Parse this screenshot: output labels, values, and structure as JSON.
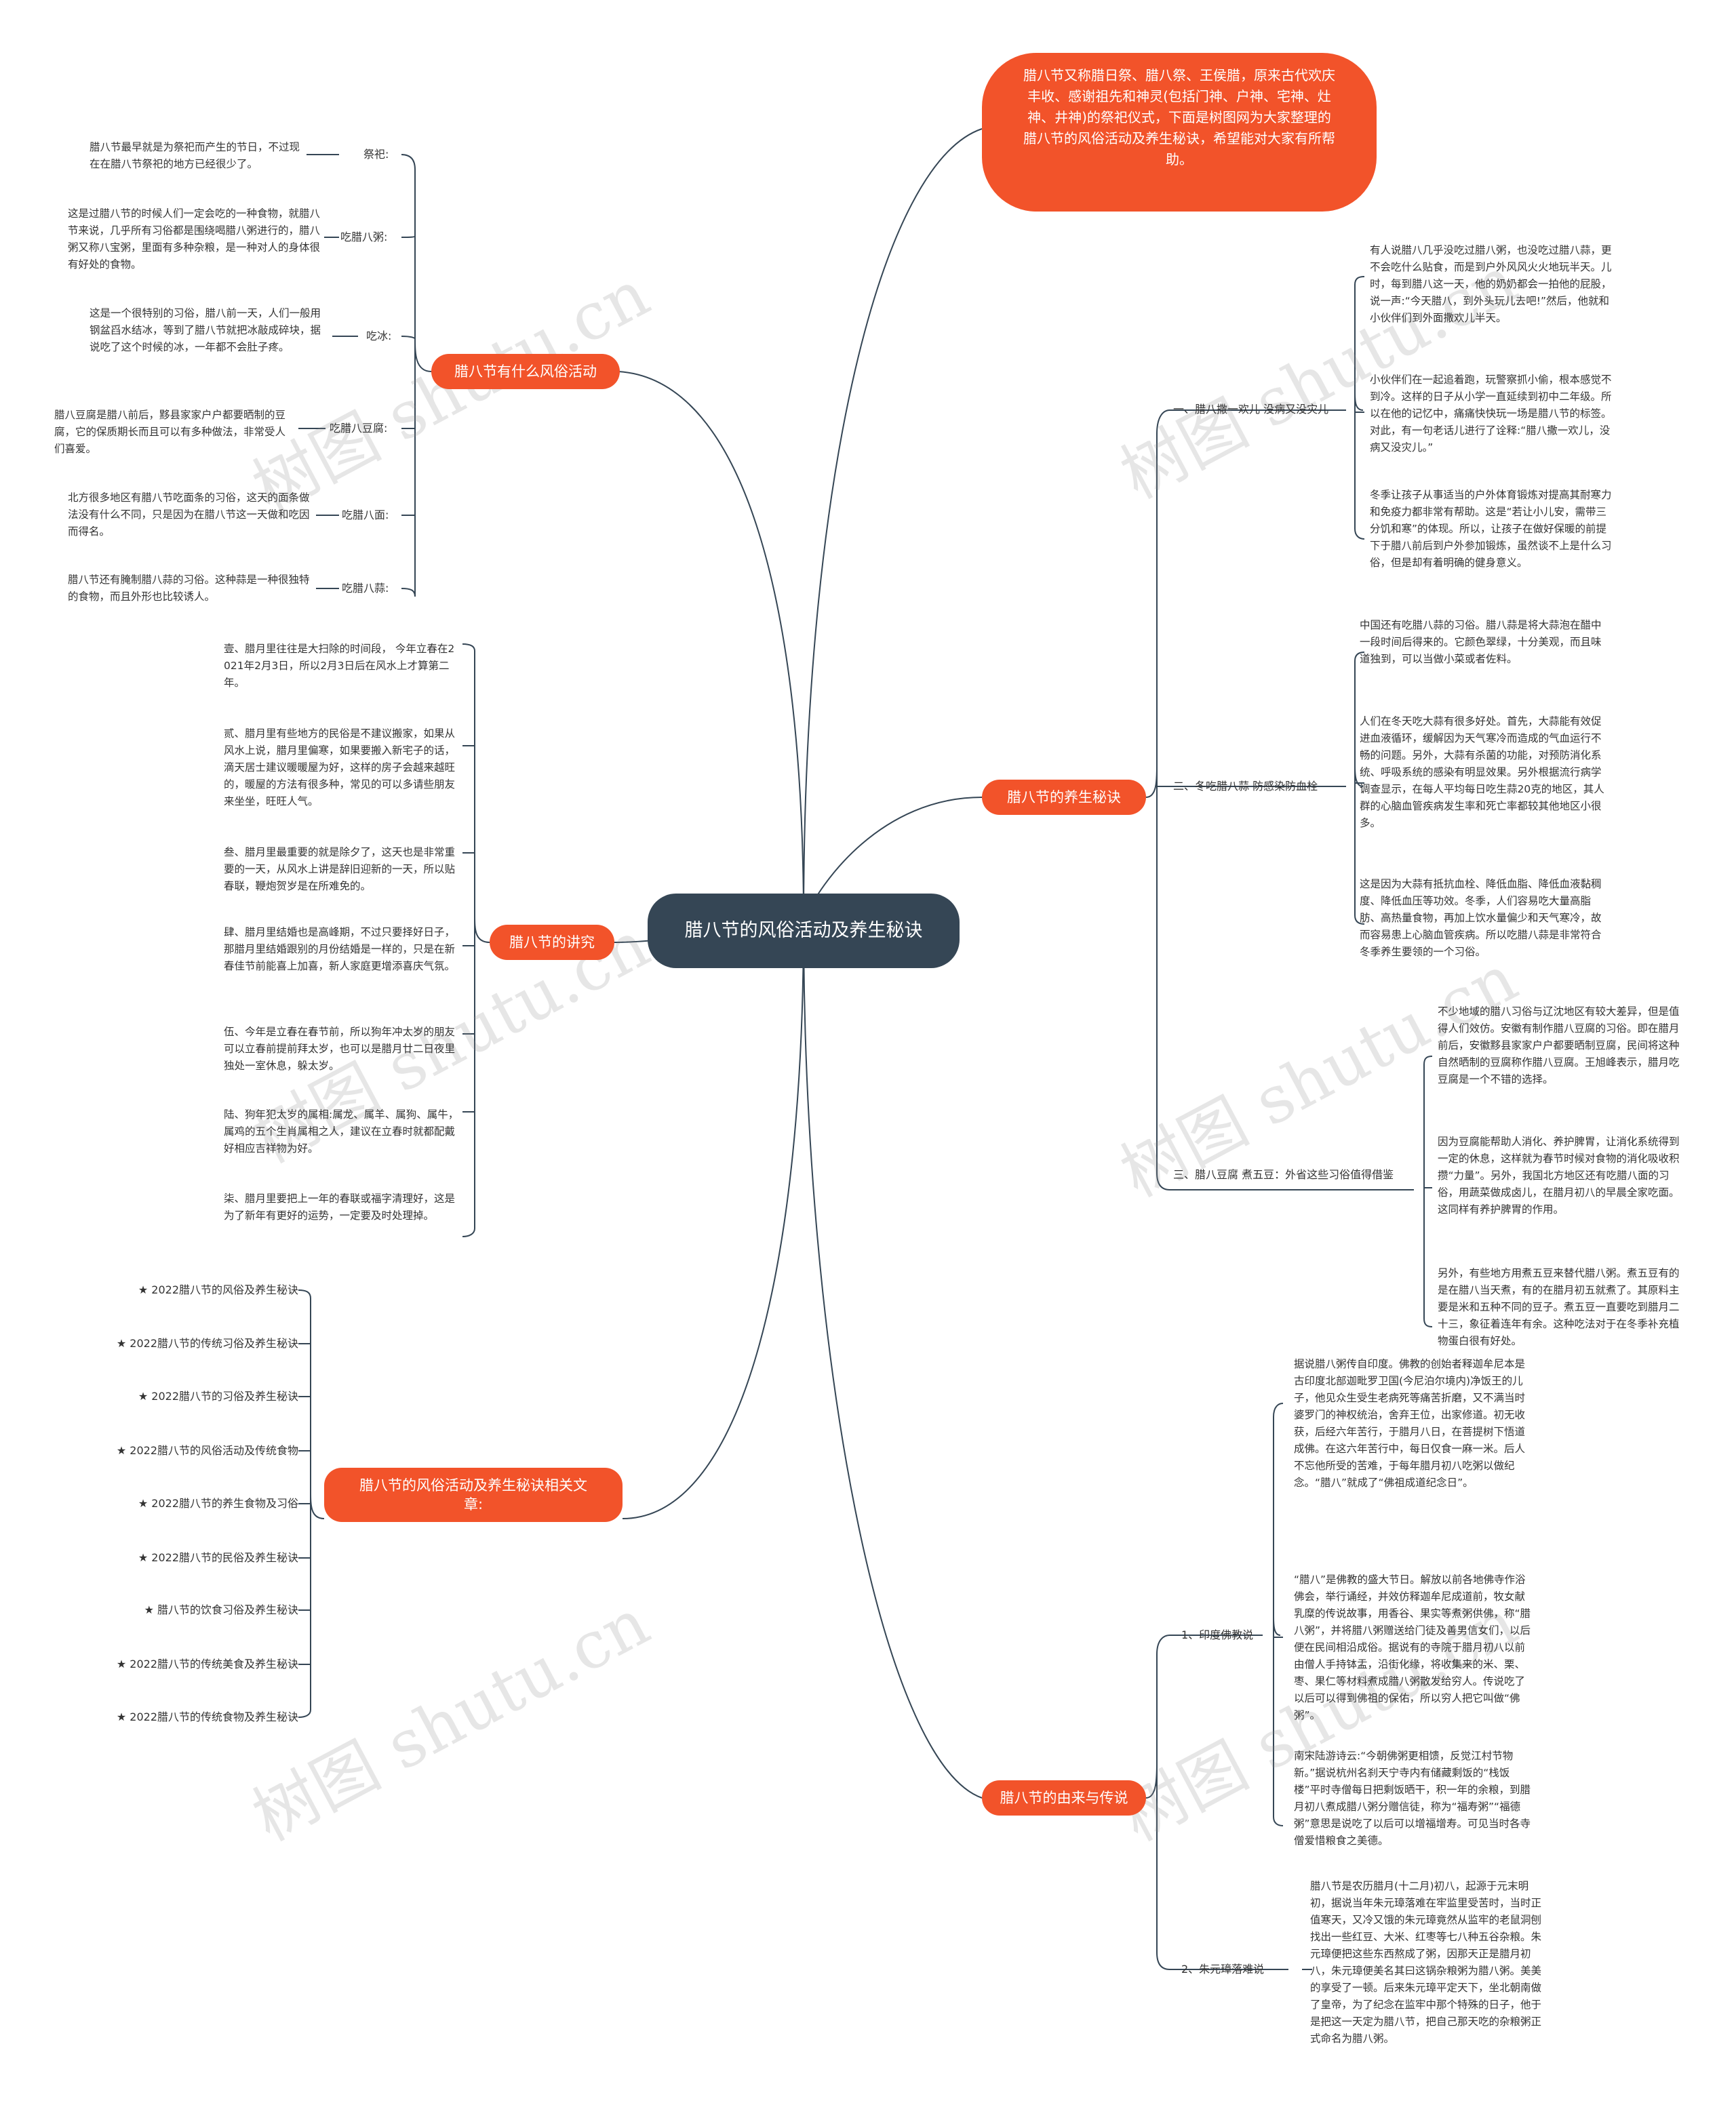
{
  "center": "腊八节的风俗活动及养生秘诀",
  "intro": "腊八节又称腊日祭、腊八祭、王侯腊，原来古代欢庆丰收、感谢祖先和神灵(包括门神、户神、宅神、灶神、井神)的祭祀仪式，下面是树图网为大家整理的腊八节的风俗活动及养生秘诀，希望能对大家有所帮助。",
  "watermark": "树图 shutu.cn",
  "left": {
    "customs": {
      "title": "腊八节有什么风俗活动",
      "items": [
        {
          "label": "祭祀:",
          "text": "腊八节最早就是为祭祀而产生的节日，不过现在在腊八节祭祀的地方已经很少了。"
        },
        {
          "label": "吃腊八粥:",
          "text": "这是过腊八节的时候人们一定会吃的一种食物，就腊八节来说，几乎所有习俗都是围绕喝腊八粥进行的，腊八粥又称八宝粥，里面有多种杂粮，是一种对人的身体很有好处的食物。"
        },
        {
          "label": "吃冰:",
          "text": "这是一个很特别的习俗，腊八前一天，人们一般用钢盆舀水结冰，等到了腊八节就把冰敲成碎块，据说吃了这个时候的冰，一年都不会肚子疼。"
        },
        {
          "label": "吃腊八豆腐:",
          "text": "腊八豆腐是腊八前后，黟县家家户户都要晒制的豆腐，它的保质期长而且可以有多种做法，非常受人们喜爱。"
        },
        {
          "label": "吃腊八面:",
          "text": "北方很多地区有腊八节吃面条的习俗，这天的面条做法没有什么不同，只是因为在腊八节这一天做和吃因而得名。"
        },
        {
          "label": "吃腊八蒜:",
          "text": "腊八节还有腌制腊八蒜的习俗。这种蒜是一种很独特的食物，而且外形也比较诱人。"
        }
      ]
    },
    "taboos": {
      "title": "腊八节的讲究",
      "items": [
        "壹、腊月里往往是大扫除的时间段， 今年立春在2021年2月3日，所以2月3日后在风水上才算第二年。",
        "贰、腊月里有些地方的民俗是不建议搬家，如果从风水上说，腊月里偏寒，如果要搬入新宅子的话，滴天居士建议暖暖屋为好，这样的房子会越来越旺的，暖屋的方法有很多种，常见的可以多请些朋友来坐坐，旺旺人气。",
        "叁、腊月里最重要的就是除夕了，这天也是非常重要的一天，从风水上讲是辞旧迎新的一天，所以贴春联，鞭炮贺岁是在所难免的。",
        "肆、腊月里结婚也是高峰期，不过只要择好日子，那腊月里结婚跟别的月份结婚是一样的，只是在新春佳节前能喜上加喜，新人家庭更增添喜庆气氛。",
        "伍、今年是立春在春节前，所以狗年冲太岁的朋友可以立春前提前拜太岁，也可以是腊月廿二日夜里独处一室休息，躲太岁。",
        "陆、狗年犯太岁的属相:属龙、属羊、属狗、属牛，属鸡的五个生肖属相之人，建议在立春时就都配戴好相应吉祥物为好。",
        "柒、腊月里要把上一年的春联或福字清理好，这是为了新年有更好的运势，一定要及时处理掉。"
      ]
    },
    "related": {
      "title": "腊八节的风俗活动及养生秘诀相关文章:",
      "items": [
        "★ 2022腊八节的风俗及养生秘诀",
        "★ 2022腊八节的传统习俗及养生秘诀",
        "★ 2022腊八节的习俗及养生秘诀",
        "★ 2022腊八节的风俗活动及传统食物",
        "★ 2022腊八节的养生食物及习俗",
        "★ 2022腊八节的民俗及养生秘诀",
        "★ 腊八节的饮食习俗及养生秘诀",
        "★ 2022腊八节的传统美食及养生秘诀",
        "★ 2022腊八节的传统食物及养生秘诀"
      ]
    }
  },
  "right": {
    "health": {
      "title": "腊八节的养生秘诀",
      "groups": [
        {
          "label": "一、腊八撒一欢儿 没病又没灾儿",
          "texts": [
            "有人说腊八几乎没吃过腊八粥，也没吃过腊八蒜，更不会吃什么贴食，而是到户外风风火火地玩半天。儿时，每到腊八这一天，他的奶奶都会一拍他的屁股，说一声:“今天腊八，到外头玩儿去吧!”然后，他就和小伙伴们到外面撒欢儿半天。",
            "小伙伴们在一起追着跑，玩警察抓小偷，根本感觉不到冷。这样的日子从小学一直延续到初中二年级。所以在他的记忆中，痛痛快快玩一场是腊八节的标签。对此，有一句老话儿进行了诠释:“腊八撒一欢儿，没病又没灾儿。”",
            "冬季让孩子从事适当的户外体育锻炼对提高其耐寒力和免疫力都非常有帮助。这是“若让小儿安，需带三分饥和寒”的体现。所以，让孩子在做好保暖的前提下于腊八前后到户外参加锻炼，虽然谈不上是什么习俗，但是却有着明确的健身意义。"
          ]
        },
        {
          "label": "二、冬吃腊八蒜 防感染防血栓",
          "texts": [
            "中国还有吃腊八蒜的习俗。腊八蒜是将大蒜泡在醋中一段时间后得来的。它颜色翠绿，十分美观，而且味道独到，可以当做小菜或者佐料。",
            "人们在冬天吃大蒜有很多好处。首先，大蒜能有效促进血液循环，缓解因为天气寒冷而造成的气血运行不畅的问题。另外，大蒜有杀菌的功能，对预防消化系统、呼吸系统的感染有明显效果。另外根据流行病学调查显示，在每人平均每日吃生蒜20克的地区，其人群的心脑血管疾病发生率和死亡率都较其他地区小很多。",
            "这是因为大蒜有抵抗血栓、降低血脂、降低血液黏稠度、降低血压等功效。冬季，人们容易吃大量高脂肪、高热量食物，再加上饮水量偏少和天气寒冷，故而容易患上心脑血管疾病。所以吃腊八蒜是非常符合冬季养生要领的一个习俗。"
          ]
        },
        {
          "label": "三、腊八豆腐 煮五豆：外省这些习俗值得借鉴",
          "texts": [
            "不少地域的腊八习俗与辽沈地区有较大差异，但是值得人们效仿。安徽有制作腊八豆腐的习俗。即在腊月前后，安徽黟县家家户户都要晒制豆腐，民间将这种自然晒制的豆腐称作腊八豆腐。王旭峰表示，腊月吃豆腐是一个不错的选择。",
            "因为豆腐能帮助人消化、养护脾胃，让消化系统得到一定的休息，这样就为春节时候对食物的消化吸收积攒“力量”。另外，我国北方地区还有吃腊八面的习俗，用蔬菜做成卤儿，在腊月初八的早晨全家吃面。这同样有养护脾胃的作用。",
            "另外，有些地方用煮五豆来替代腊八粥。煮五豆有的是在腊八当天煮，有的在腊月初五就煮了。其原料主要是米和五种不同的豆子。煮五豆一直要吃到腊月二十三，象征着连年有余。这种吃法对于在冬季补充植物蛋白很有好处。"
          ]
        }
      ]
    },
    "origin": {
      "title": "腊八节的由来与传说",
      "groups": [
        {
          "label": "1、印度佛教说",
          "texts": [
            "据说腊八粥传自印度。佛教的创始者释迦牟尼本是古印度北部迦毗罗卫国(今尼泊尔境内)净饭王的儿子，他见众生受生老病死等痛苦折磨，又不满当时婆罗门的神权统治，舍弃王位，出家修道。初无收获，后经六年苦行，于腊月八日，在菩提树下悟道成佛。在这六年苦行中，每日仅食一麻一米。后人不忘他所受的苦难，于每年腊月初八吃粥以做纪念。“腊八”就成了“佛祖成道纪念日”。",
            "“腊八”是佛教的盛大节日。解放以前各地佛寺作浴佛会，举行诵经，并效仿释迦牟尼成道前，牧女献乳糜的传说故事，用香谷、果实等煮粥供佛，称“腊八粥”，并将腊八粥赠送给门徒及善男信女们，以后便在民间相沿成俗。据说有的寺院于腊月初八以前由僧人手持钵盂，沿街化缘，将收集来的米、栗、枣、果仁等材料煮成腊八粥散发给穷人。传说吃了以后可以得到佛祖的保佑，所以穷人把它叫做“佛粥”。",
            "南宋陆游诗云:“今朝佛粥更相馈，反觉江村节物新。”据说杭州名刹天宁寺内有储藏剩饭的“栈饭楼”平时寺僧每日把剩饭晒干，积一年的余粮，到腊月初八煮成腊八粥分赠信徒，称为“福寿粥”“福德粥”意思是说吃了以后可以增福增寿。可见当时各寺僧爱惜粮食之美德。"
          ]
        },
        {
          "label": "2、朱元璋落难说",
          "texts": [
            "腊八节是农历腊月(十二月)初八，起源于元末明初，据说当年朱元璋落难在牢监里受苦时，当时正值寒天，又冷又饿的朱元璋竟然从监牢的老鼠洞刨找出一些红豆、大米、红枣等七八种五谷杂粮。朱元璋便把这些东西熬成了粥，因那天正是腊月初八，朱元璋便美名其曰这锅杂粮粥为腊八粥。美美的享受了一顿。后来朱元璋平定天下，坐北朝南做了皇帝，为了纪念在监牢中那个特殊的日子，他于是把这一天定为腊八节，把自己那天吃的杂粮粥正式命名为腊八粥。"
          ]
        }
      ]
    }
  }
}
